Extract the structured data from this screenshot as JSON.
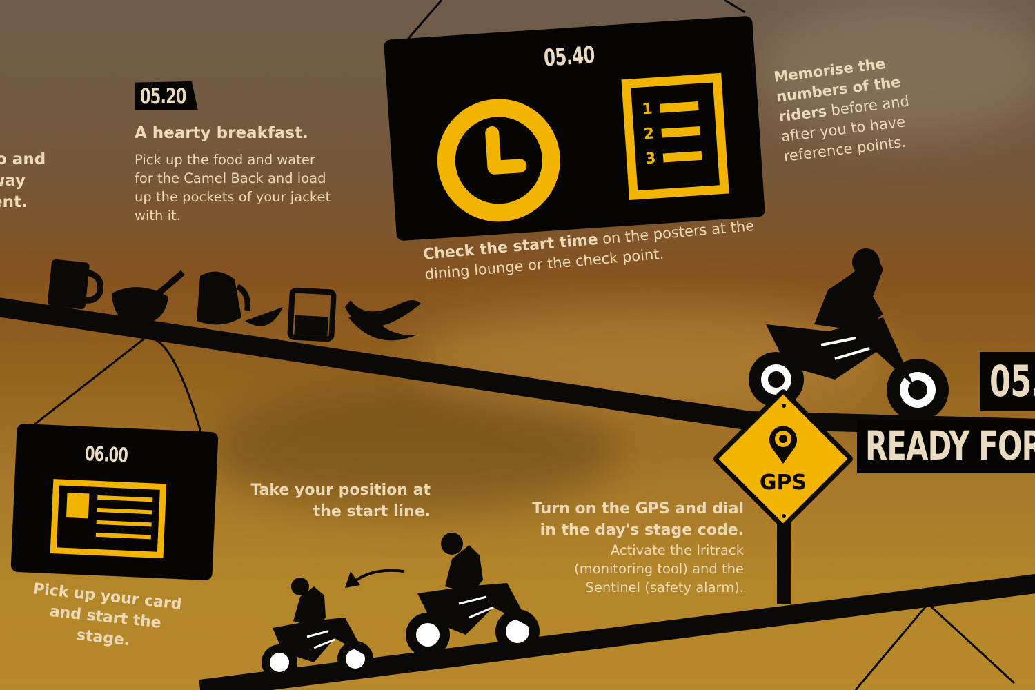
{
  "colors": {
    "accent": "#f3b400",
    "board": "#050403",
    "text": "#ecd9b8"
  },
  "left_cut": {
    "lines": [
      "o and",
      "way",
      "ent."
    ]
  },
  "step_0520": {
    "time": "05.20",
    "title": "A hearty breakfast.",
    "body": [
      "Pick up the food and water",
      "for the Camel Back and load",
      "up the pockets of your jacket",
      "with it."
    ],
    "icons": [
      "mug-icon",
      "cereal-bowl-icon",
      "jug-icon",
      "orange-slice-icon",
      "glass-icon",
      "banana-icon"
    ]
  },
  "step_0540": {
    "time": "05.40",
    "icons": [
      "clock-icon",
      "numbered-list-icon"
    ],
    "list_numbers": [
      "1",
      "2",
      "3"
    ],
    "caption_bold": "Check the start time",
    "caption_rest": " on the posters at the",
    "caption_line2": "dining lounge or the check point."
  },
  "memorise": {
    "bold_lines": [
      "Memorise the",
      "numbers of the",
      "riders"
    ],
    "rest": " before and",
    "lines": [
      "after you to have",
      "reference points."
    ]
  },
  "step_0600": {
    "time": "06.00",
    "icon": "card-icon",
    "caption": [
      "Pick up your card",
      "and start the",
      "stage."
    ]
  },
  "position": {
    "lines": [
      "Take your position at",
      "the start line."
    ]
  },
  "gps": {
    "sign_label": "GPS",
    "bold_lines": [
      "Turn on the GPS and dial",
      "in the day's stage code."
    ],
    "lines": [
      "Activate the Iritrack",
      "(monitoring tool) and the",
      "Sentinel (safety alarm)."
    ]
  },
  "next": {
    "time": "05.",
    "title": "READY FOR"
  }
}
